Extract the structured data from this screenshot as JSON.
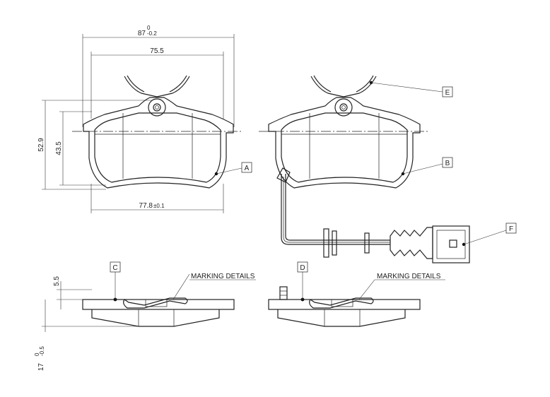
{
  "dimensions": {
    "overall_width": "87",
    "overall_width_tol_upper": "0",
    "overall_width_tol_lower": "-0.2",
    "inner_width": "75.5",
    "height_total": "52.9",
    "height_inner": "43.5",
    "bottom_width": "77.8",
    "bottom_width_tol": "±0.1",
    "thickness_plate": "5.5",
    "thickness_total": "17",
    "thickness_tol_upper": "0",
    "thickness_tol_lower": "-0.5"
  },
  "callouts": {
    "a": "A",
    "b": "B",
    "c": "C",
    "d": "D",
    "e": "E",
    "f": "F"
  },
  "notes": {
    "marking_left": "MARKING DETAILS",
    "marking_right": "MARKING DETAILS"
  }
}
